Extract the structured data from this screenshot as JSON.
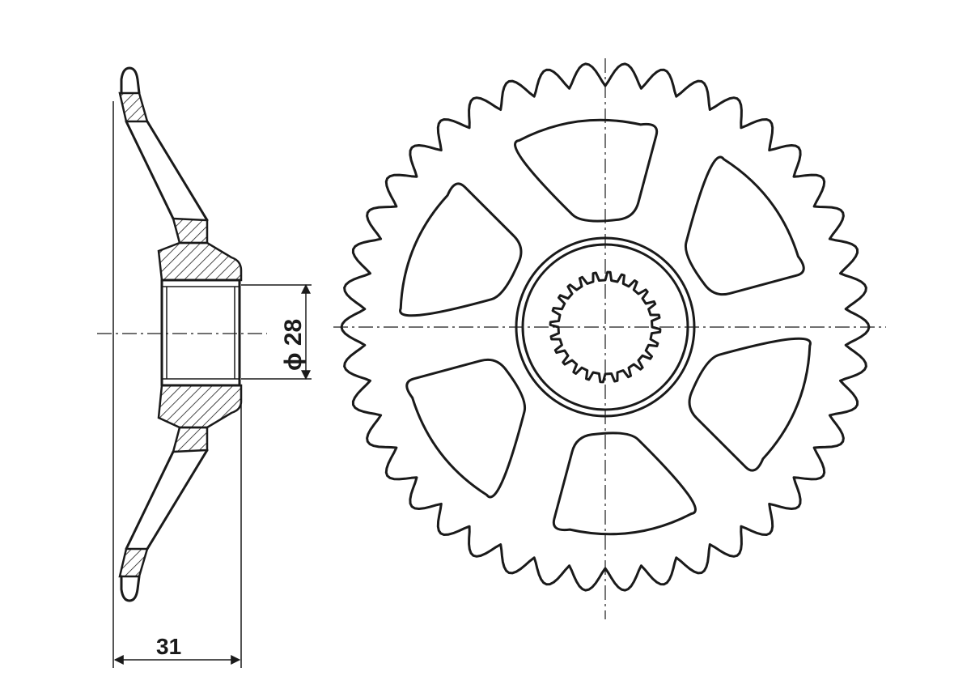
{
  "dimensions": {
    "bore_label": "ϕ 28",
    "width_label": "31"
  },
  "sprocket": {
    "tooth_count": 42,
    "spline_count": 24,
    "window_count": 6
  },
  "colors": {
    "ink": "#1a1a1a",
    "paper": "#ffffff"
  }
}
